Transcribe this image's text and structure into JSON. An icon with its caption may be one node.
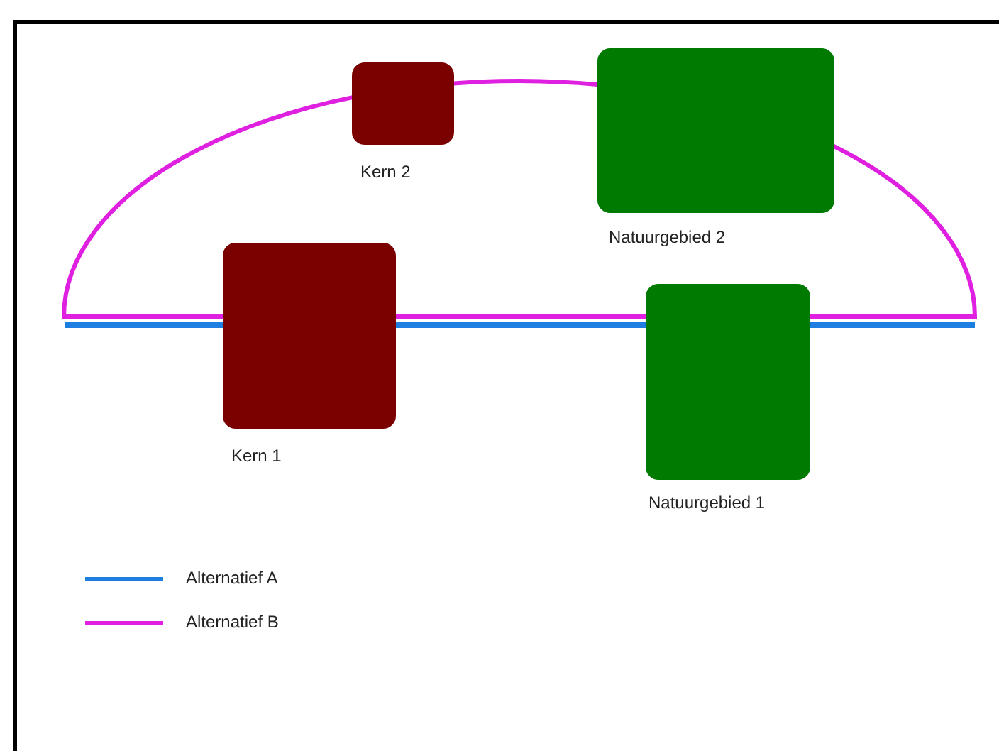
{
  "diagram": {
    "nodes": [
      {
        "text": [
          "Kern 2"
        ]
      },
      {
        "text": [
          "Natuurgebied 2"
        ]
      },
      {
        "text": [
          "Kern 1"
        ]
      },
      {
        "text": [
          "Natuurgebied 1"
        ]
      }
    ],
    "legend": [
      {
        "text": "Alternatief A"
      },
      {
        "text": "Alternatief B"
      }
    ]
  }
}
